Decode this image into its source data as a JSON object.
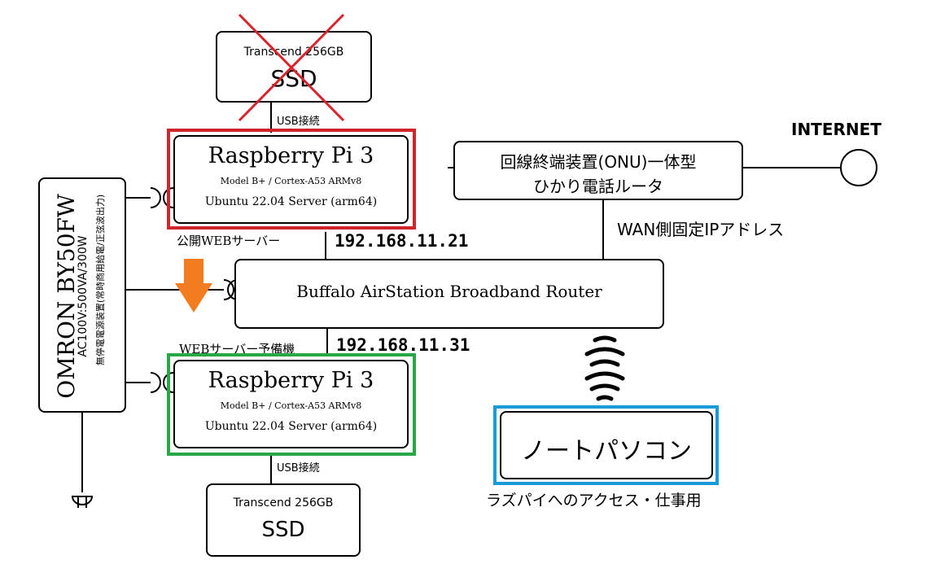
{
  "ssd_top": {
    "label": "Transcend 256GB",
    "title": "SSD"
  },
  "usb_label_top": "USB接続",
  "pi_top": {
    "title": "Raspberry Pi 3",
    "model": "Model B+ / Cortex-A53 ARMv8",
    "os": "Ubuntu  22.04 Server (arm64)",
    "role": "公開WEBサーバー",
    "ip": "192.168.11.21"
  },
  "ups": {
    "title": "OMRON BY50FW",
    "spec": "AC100V:500VA/300W",
    "desc": "無停電電源装置(常時商用給電/正弦波出力)"
  },
  "onu": {
    "line1": "回線終端装置(ONU)一体型",
    "line2": "ひかり電話ルータ"
  },
  "internet": "INTERNET",
  "wan_label": "WAN側固定IPアドレス",
  "router": "Buffalo AirStation  Broadband Router",
  "pi_bottom": {
    "title": "Raspberry Pi 3",
    "model": "Model B+ / Cortex-A53 ARMv8",
    "os": "Ubuntu  22.04 Server (arm64)",
    "role": "WEBサーバー予備機",
    "ip": "192.168.11.31"
  },
  "usb_label_bottom": "USB接続",
  "ssd_bottom": {
    "label": "Transcend 256GB",
    "title": "SSD"
  },
  "laptop": {
    "title": "ノートパソコン",
    "caption": "ラズパイへのアクセス・仕事用"
  },
  "colors": {
    "pi_top_frame": "#d0262a",
    "pi_bottom_frame": "#27a845",
    "laptop_frame": "#1a9ad6",
    "cross": "#d9222a",
    "arrow": "#f47c20"
  },
  "icons": {
    "wifi": "wifi-icon",
    "plug": "power-plug-icon",
    "globe": "internet-circle-icon",
    "arrow": "arrow-down-icon",
    "cross": "cross-out-icon"
  }
}
